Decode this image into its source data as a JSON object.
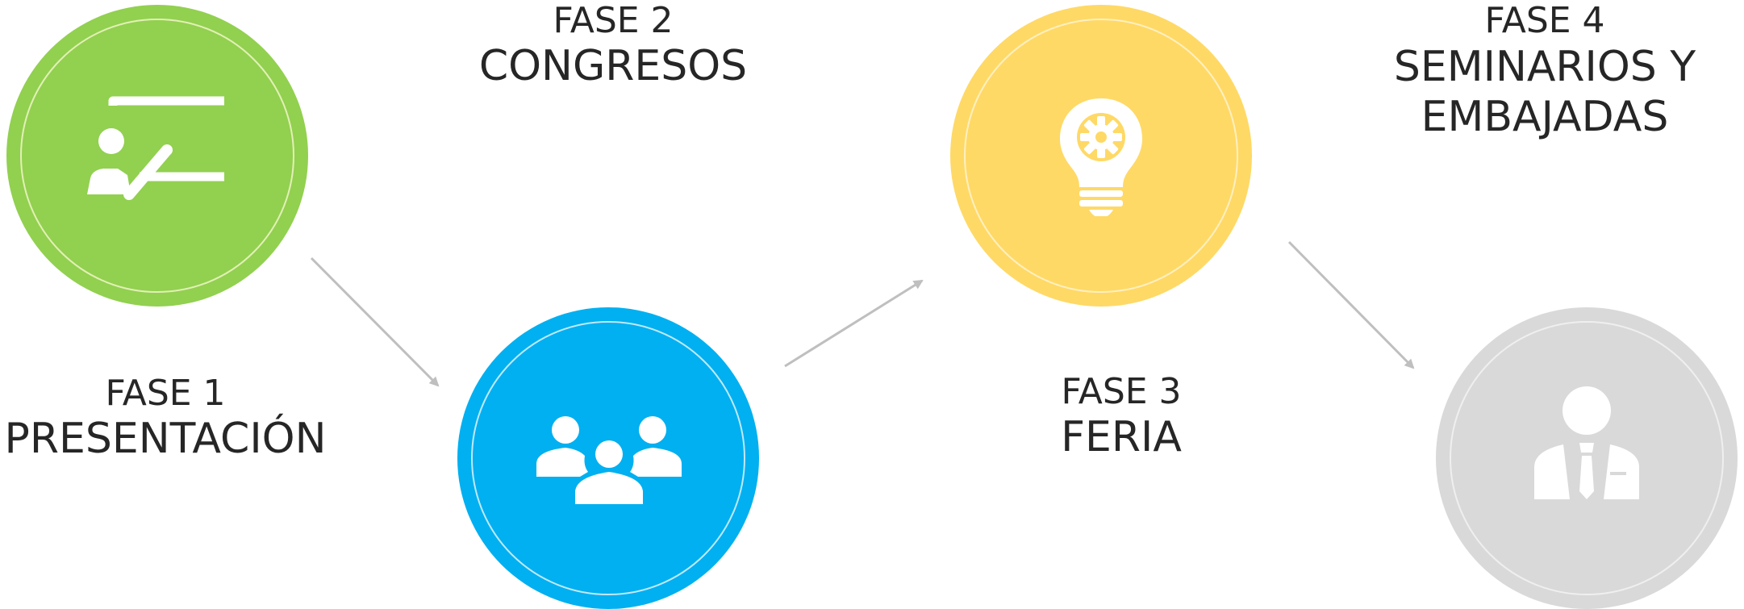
{
  "colors": {
    "phase1": "#92D050",
    "phase2": "#00B0F0",
    "phase3": "#FFD966",
    "phase4": "#D9D9D9",
    "arrow": "#BFBFBF",
    "text": "#262626"
  },
  "phases": [
    {
      "phase_label": "FASE 1",
      "title": "PRESENTACIÓN",
      "icon": "presentation-board-icon"
    },
    {
      "phase_label": "FASE 2",
      "title": "CONGRESOS",
      "icon": "people-group-icon"
    },
    {
      "phase_label": "FASE 3",
      "title": "FERIA",
      "icon": "lightbulb-gear-icon"
    },
    {
      "phase_label": "FASE 4",
      "title_line1": "SEMINARIOS Y",
      "title_line2": "EMBAJADAS",
      "icon": "businessman-icon"
    }
  ]
}
